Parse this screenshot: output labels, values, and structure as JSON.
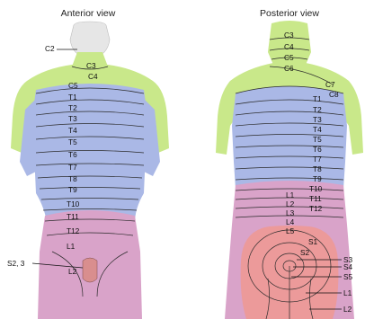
{
  "views": {
    "anterior": {
      "title": "Anterior view",
      "labels": {
        "c2": "C2",
        "c3": "C3",
        "c4": "C4",
        "c5": "C5",
        "t1": "T1",
        "t2": "T2",
        "t3": "T3",
        "t4": "T4",
        "t5": "T5",
        "t6": "T6",
        "t7": "T7",
        "t8": "T8",
        "t9": "T9",
        "t10": "T10",
        "t11": "T11",
        "t12": "T12",
        "l1": "L1",
        "l2": "L2",
        "s23": "S2, 3"
      }
    },
    "posterior": {
      "title": "Posterior view",
      "labels": {
        "c3": "C3",
        "c4": "C4",
        "c5": "C5",
        "c6": "C6",
        "c7": "C7",
        "c8": "C8",
        "t1": "T1",
        "t2": "T2",
        "t3": "T3",
        "t4": "T4",
        "t5": "T5",
        "t6": "T6",
        "t7": "T7",
        "t8": "T8",
        "t9": "T9",
        "t10": "T10",
        "t11": "T11",
        "t12": "T12",
        "l1": "L1",
        "l2": "L2",
        "l3": "L3",
        "l4": "L4",
        "l5": "L5",
        "s1": "S1",
        "s2": "S2",
        "s3": "S3",
        "s4": "S4",
        "s5": "S5",
        "l1b": "L1",
        "l2b": "L2"
      }
    }
  },
  "colors": {
    "cervical": "#c9e88a",
    "thoracic": "#aab8e6",
    "lumbar": "#d9a3c9",
    "sacral": "#ec9a9a",
    "head": "#e8e8e8",
    "lines": "#2b2b2b"
  }
}
